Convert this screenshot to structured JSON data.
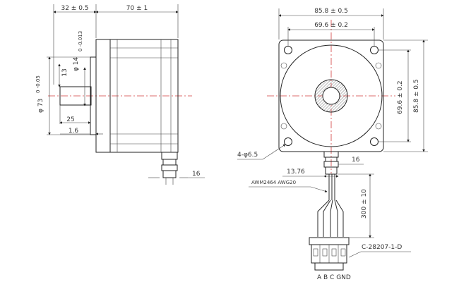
{
  "side_view": {
    "dims": {
      "shaft_length": "32 ± 0.5",
      "body_length": "70 ± 1",
      "boss_diameter_main": "φ 14",
      "boss_diameter_tol": "0 -0.013",
      "dim_13": "13",
      "pilot_diameter_main": "φ 73",
      "pilot_diameter_tol": "0 -0.05",
      "dim_25": "25",
      "dim_1_6": "1.6",
      "dim_16": "16"
    }
  },
  "front_view": {
    "dims": {
      "flange_width": "85.8 ± 0.5",
      "hole_spacing_h": "69.6 ± 0.2",
      "hole_spacing_v": "69.6 ± 0.2",
      "flange_height": "85.8 ± 0.5",
      "holes": "4-φ6.5",
      "dim_16": "16",
      "dim_13_76": "13.76",
      "cable_spec": "AWM2464  AWG20",
      "cable_length": "300 ± 10",
      "connector_part": "C-28207-1-D",
      "pin_labels": "A B C GND"
    }
  },
  "colors": {
    "line": "#222222",
    "center_line": "#d23b3b",
    "text": "#333333",
    "background": "#ffffff"
  }
}
